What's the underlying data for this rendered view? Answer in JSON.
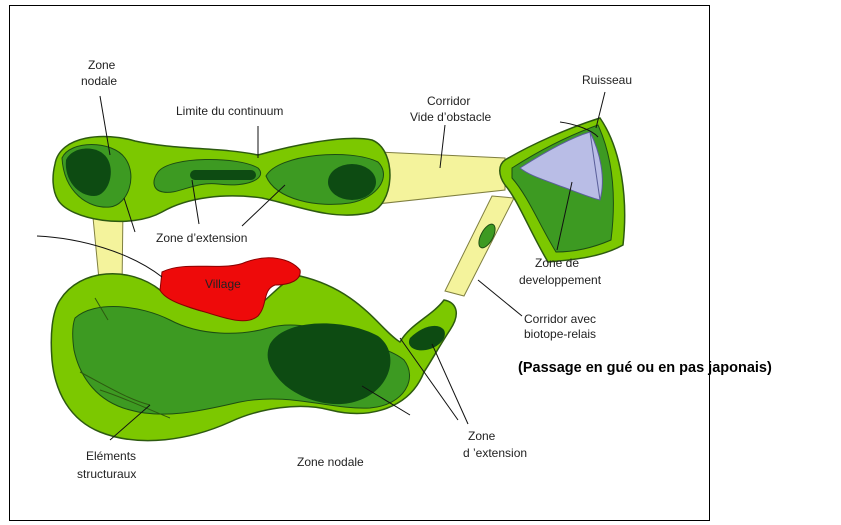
{
  "labels": {
    "zone_nodale_top": [
      "Zone",
      "nodale"
    ],
    "limite": "Limite du continuum",
    "corridor_vide": [
      "Corridor",
      "Vide d’obstacle"
    ],
    "ruisseau": "Ruisseau",
    "zone_extension_top": "Zone d’extension",
    "village": "Village",
    "zone_developpement": [
      "Zone de",
      "developpement"
    ],
    "corridor_biotope": [
      "Corridor avec",
      "biotope-relais"
    ],
    "passage": "(Passage en gué ou en pas japonais)",
    "zone_extension_bottom": [
      "Zone",
      "d ’extension"
    ],
    "zone_nodale_bottom": "Zone nodale",
    "elements_structuraux": [
      "Eléments",
      "structuraux"
    ]
  },
  "colors": {
    "outer_green": "#7cc800",
    "mid_green": "#3d9a22",
    "dark_green": "#0d4b12",
    "corridor_yellow": "#f4f39c",
    "stream_blue": "#b9bde6",
    "village_red": "#ee0a0a",
    "frame": "#000000"
  }
}
